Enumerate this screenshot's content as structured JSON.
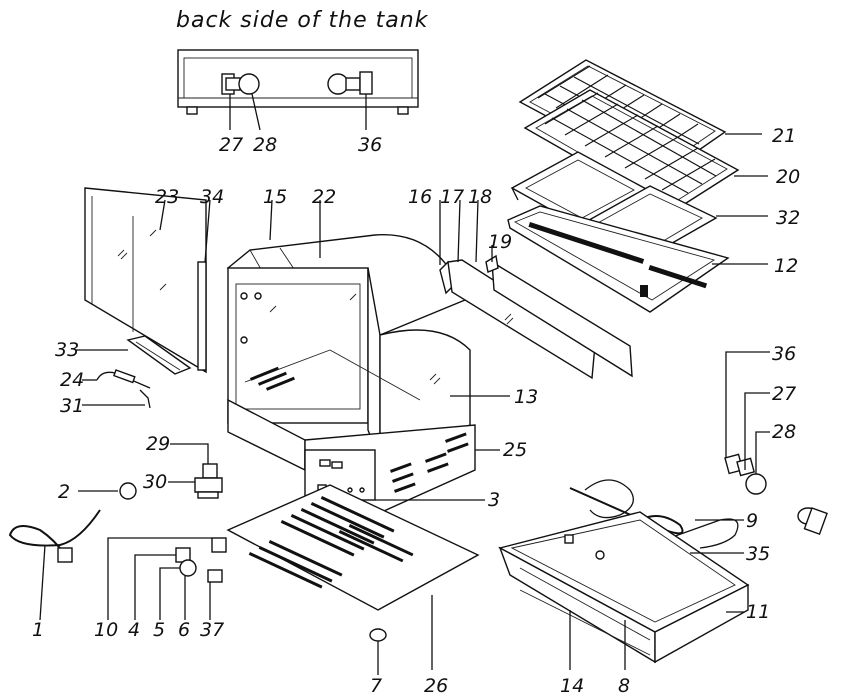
{
  "title": "back side of the tank",
  "labels": {
    "l1": "1",
    "l2": "2",
    "l3": "3",
    "l4": "4",
    "l5": "5",
    "l6": "6",
    "l7": "7",
    "l8": "8",
    "l9": "9",
    "l10": "10",
    "l11": "11",
    "l12": "12",
    "l13": "13",
    "l14": "14",
    "l15": "15",
    "l16": "16",
    "l17": "17",
    "l18": "18",
    "l19": "19",
    "l20": "20",
    "l21": "21",
    "l22": "22",
    "l23": "23",
    "l24": "24",
    "l25": "25",
    "l26": "26",
    "l27a": "27",
    "l28a": "28",
    "l36a": "36",
    "l27b": "27",
    "l28b": "28",
    "l36b": "36",
    "l29": "29",
    "l30": "30",
    "l31": "31",
    "l32": "32",
    "l33": "33",
    "l34": "34",
    "l35": "35",
    "l37": "37"
  }
}
